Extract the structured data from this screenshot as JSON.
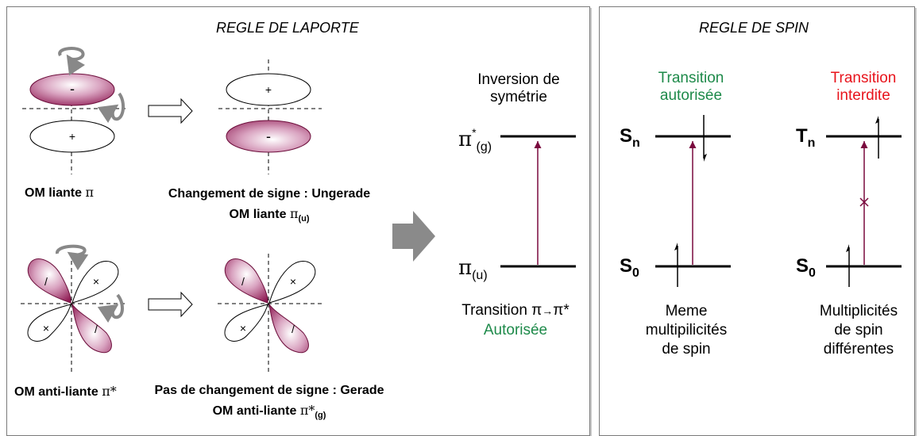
{
  "laporte": {
    "title": "REGLE DE LAPORTE",
    "liante_caption": "OM liante",
    "change_caption_1": "Changement de signe : Ungerade",
    "change_caption_2": "OM liante",
    "antiliante_caption": "OM anti-liante",
    "nochange_caption_1": "Pas de changement de signe : Gerade",
    "nochange_caption_2": "OM anti-liante",
    "pi_symbol": "π",
    "pi_star_symbol": "π*",
    "sub_u": "(u)",
    "sub_g": "(g)",
    "plus": "+",
    "minus": "-"
  },
  "energy": {
    "heading_1": "Inversion de",
    "heading_2": "symétrie",
    "upper_level": "π",
    "upper_sup": "*",
    "upper_sub": "(g)",
    "lower_level": "π",
    "lower_sub": "(u)",
    "transition_label": "Transition π",
    "transition_target": "π*",
    "result": "Autorisée"
  },
  "spin": {
    "title": "REGLE DE SPIN",
    "allowed_1": "Transition",
    "allowed_2": "autorisée",
    "forbidden_1": "Transition",
    "forbidden_2": "interdite",
    "Sn": "S",
    "Sn_sub": "n",
    "S0_left": "S",
    "S0_left_sub": "0",
    "Tn": "T",
    "Tn_sub": "n",
    "S0_right": "S",
    "S0_right_sub": "0",
    "same_1": "Meme",
    "same_2": "multipilicités",
    "same_3": "de spin",
    "diff_1": "Multiplicités",
    "diff_2": "de spin",
    "diff_3": "différentes"
  },
  "colors": {
    "lobe": "#8e1a52",
    "arrow": "#7a0a3e",
    "allowed": "#1e8a4a",
    "forbidden": "#e8141c"
  }
}
